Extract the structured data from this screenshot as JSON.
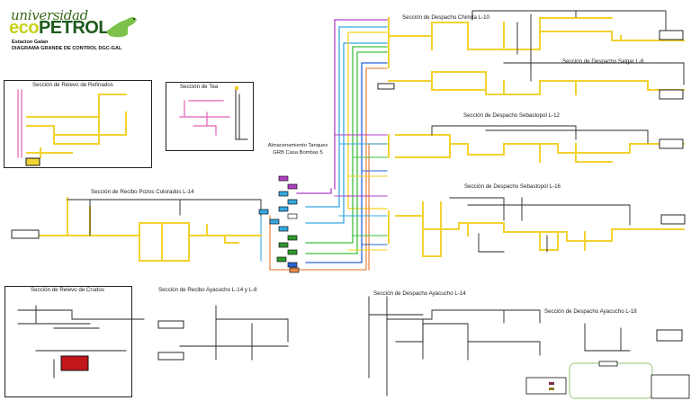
{
  "header": {
    "logo_top": "universidad",
    "logo_eco": "eco",
    "logo_petrol": "PETROL",
    "station": "Estacion Galan",
    "diagram_title": "DIAGRAMA GRANDE DE CONTROL DGC-GAL"
  },
  "sections": {
    "relevo_refinados": "Sección de Relevo de Refinados",
    "tea": "Sección de Tea",
    "almacenamiento": "Almacenamiento Tanques GRB Casa Bombas 5",
    "recibo_pozos": "Sección de Recibo Pozos Colorados L-14",
    "relevo_crudos": "Sección de Relevo de Crudos",
    "recibo_ayacucho": "Sección de Recibo Ayacucho L-14 y L-8",
    "chimita": "Sección de Despacho Chimita L-10",
    "salgar": "Sección de Despacho Salgar L-8",
    "sebastopol12": "Sección de Despacho Sebastopol L-12",
    "sebastopol16": "Sección de Despacho Sebastopol L-16",
    "ayacucho14": "Sección de Despacho Ayacucho L-14",
    "ayacucho18": "Sección de Despacho Ayacucho L-18"
  },
  "colors": {
    "product_line": "#f2d230",
    "purple_line": "#b13fc4",
    "light_blue_line": "#35a8e0",
    "yellow_line": "#f5d21e",
    "green_line": "#3fbf3f",
    "dark_blue_line": "#2a63d6",
    "orange_line": "#e8884a",
    "pink_line": "#e25fb7",
    "black_line": "#222222",
    "crude_tank": "#c0161c",
    "legend_border": "#a8d08d"
  },
  "storage_tanks": [
    {
      "color": "purple"
    },
    {
      "color": "purple"
    },
    {
      "color": "lightblue"
    },
    {
      "color": "lightblue"
    },
    {
      "color": "lightblue"
    },
    {
      "color": "white"
    },
    {
      "color": "lightblue"
    },
    {
      "color": "lightblue"
    },
    {
      "color": "lightblue"
    },
    {
      "color": "green"
    },
    {
      "color": "green"
    },
    {
      "color": "green"
    },
    {
      "color": "green"
    },
    {
      "color": "blue"
    },
    {
      "color": "orange"
    }
  ]
}
